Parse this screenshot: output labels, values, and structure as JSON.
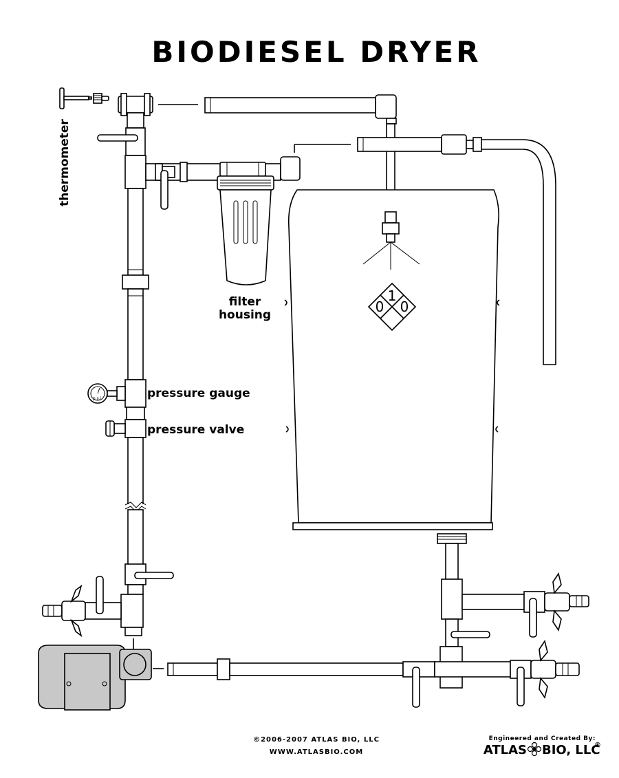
{
  "title": "BIODIESEL DRYER",
  "labels": {
    "thermometer": "thermometer",
    "filter_line1": "filter",
    "filter_line2": "housing",
    "pressure_gauge": "pressure gauge",
    "pressure_valve": "pressure valve",
    "gauge_unit": "p.s.i."
  },
  "hazard_diamond": {
    "top": "1",
    "left": "0",
    "right": "0"
  },
  "footer": {
    "copyright": "©2006-2007 ATLAS BIO, LLC",
    "website": "WWW.ATLASBIO.COM",
    "credit": "Engineered and Created By:",
    "logo_left": "ATLAS",
    "logo_right": "BIO, LLC",
    "logo_mark": "®"
  },
  "colors": {
    "line": "#000000",
    "pump_fill": "#c8c8c8",
    "background": "#ffffff"
  }
}
